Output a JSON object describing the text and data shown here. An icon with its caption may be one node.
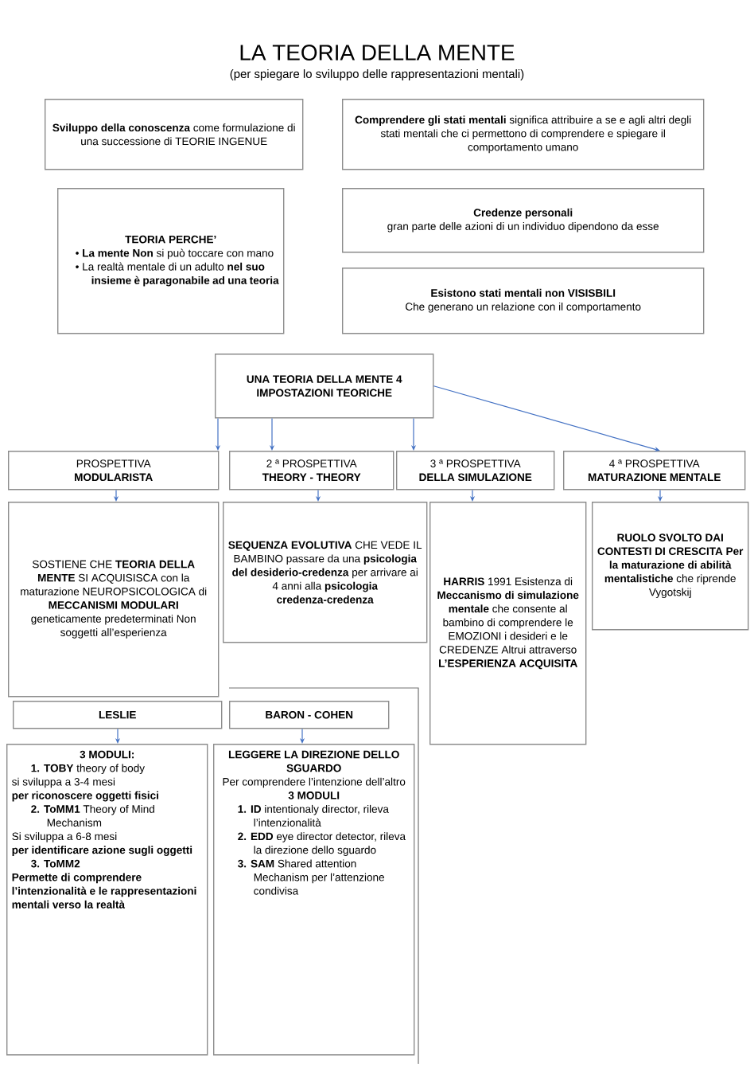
{
  "diagram": {
    "title": "LA TEORIA DELLA MENTE",
    "nodes": [
      {
        "text": [
          "**Sviluppo della conoscenza** come formulazione di una successione di TEORIE INGENUE"
        ]
      },
      {
        "text": [
          "**Comprendere gli stati mentali** significa attribuire a se e agli altri degli stati mentali che ci permettono di comprendere e spiegare il comportamento umano"
        ]
      },
      {
        "text": [
          "TEORIA PERCHE’",
          "• **La mente Non** si può toccare con mano",
          "• La realtà mentale di un adulto **nel suo insieme è paragonabile ad una teoria**"
        ]
      },
      {
        "text": [
          "Credenze personali",
          "gran parte delle azioni di un individuo dipendono da esse"
        ]
      },
      {
        "text": [
          "Esistono stati mentali non VISISBILI",
          "Che generano un relazione con il comportamento"
        ]
      },
      {
        "text": [
          "UNA TEORIA DELLA MENTE 4 IMPOSTAZIONI TEORICHE"
        ]
      },
      {
        "text": [
          "PROSPETTIVA",
          "MODULARISTA"
        ]
      },
      {
        "text": [
          "2 ª PROSPETTIVA",
          "THEORY - THEORY"
        ]
      },
      {
        "text": [
          "3 ª PROSPETTIVA",
          "DELLA SIMULAZIONE"
        ]
      },
      {
        "text": [
          "4 ª PROSPETTIVA",
          "MATURAZIONE MENTALE"
        ]
      },
      {
        "text": [
          "SOSTIENE CHE **TEORIA DELLA MENTE** SI ACQUISISCA con la maturazione NEUROPSICOLOGICA di **MECCANISMI MODULARI** geneticamente predeterminati Non soggetti all’esperienza"
        ]
      },
      {
        "text": [
          "**SEQUENZA EVOLUTIVA** CHE VEDE IL BAMBINO passare da una **psicologia del desiderio-credenza** per arrivare ai 4 anni alla **psicologia credenza-credenza**"
        ]
      },
      {
        "text": [
          "**HARRIS** 1991 Esistenza di **Meccanismo di simulazione mentale** che consente al bambino di comprendere le EMOZIONI i desideri e le CREDENZE Altrui attraverso **L’ESPERIENZA ACQUISITA**"
        ]
      },
      {
        "text": [
          "**RUOLO SVOLTO DAI CONTESTI DI CRESCITA Per la maturazione di abilità mentalistiche** che riprende Vygotskij"
        ]
      },
      {
        "text": [
          "LESLIE"
        ]
      },
      {
        "text": [
          "BARON - COHEN"
        ]
      },
      {
        "text": [
          "3 MODULI:",
          "**1. TOBY** theory of body",
          "si sviluppa a 3-4 mesi",
          "per riconoscere oggetti fisici",
          "**2. ToMM1** Theory of Mind Mechanism",
          "Si sviluppa a 6-8 mesi",
          "per identificare azione sugli oggetti",
          "3. ToMM2",
          "Permette di comprendere l’intenzionalità e le rappresentazioni mentali verso la realtà"
        ]
      },
      {
        "text": [
          "LEGGERE LA DIREZIONE DELLO SGUARDO",
          "Per comprendere l’intenzione dell’altro",
          "3 MODULI",
          "**1. ID** intentionaly director, rileva l’intenzionalità",
          "**2. EDD** eye director detector, rileva la direzione dello sguardo",
          "**3. SAM** Shared attention Mechanism per l’attenzione condivisa"
        ]
      }
    ],
    "edges": [
      {
        "from": 5,
        "to": 6,
        "arrow": "to"
      },
      {
        "from": 5,
        "to": 7,
        "arrow": "to"
      },
      {
        "from": 5,
        "to": 8,
        "arrow": "to"
      },
      {
        "from": 5,
        "to": 9,
        "arrow": "to"
      },
      {
        "from": 6,
        "to": 10,
        "arrow": "to"
      },
      {
        "from": 7,
        "to": 11,
        "arrow": "to"
      },
      {
        "from": 8,
        "to": 12,
        "arrow": "to"
      },
      {
        "from": 9,
        "to": 13,
        "arrow": "to"
      },
      {
        "from": 14,
        "to": 16,
        "arrow": "to"
      },
      {
        "from": 15,
        "to": 17,
        "arrow": "to"
      }
    ],
    "labels": [
      "(per spiegare lo sviluppo delle rappresentazioni mentali)"
    ]
  }
}
